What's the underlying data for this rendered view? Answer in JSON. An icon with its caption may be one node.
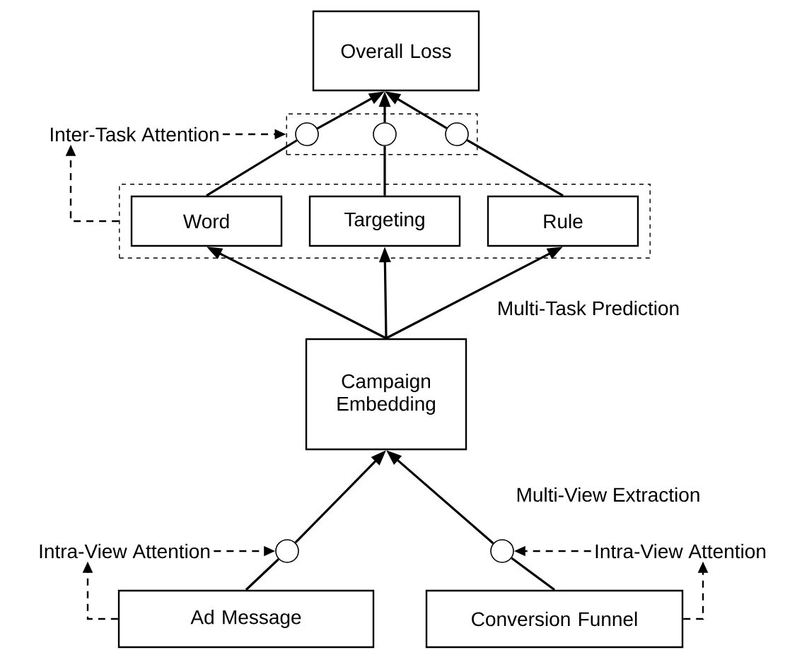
{
  "diagram": {
    "nodes": [
      {
        "text": [
          "Overall Loss"
        ]
      },
      {
        "text": [],
        "shape": "box"
      },
      {
        "text": [],
        "shape": "circle",
        "in": 1
      },
      {
        "text": [],
        "shape": "circle",
        "in": 1
      },
      {
        "text": [],
        "shape": "circle",
        "in": 1
      },
      {
        "text": [],
        "shape": "box"
      },
      {
        "text": [
          "Word"
        ],
        "in": 5
      },
      {
        "text": [
          "Targeting"
        ],
        "in": 5
      },
      {
        "text": [
          "Rule"
        ],
        "in": 5
      },
      {
        "text": [
          "Campaign Embedding"
        ]
      },
      {
        "text": [
          "Ad Message"
        ]
      },
      {
        "text": [
          "Conversion Funnel"
        ]
      },
      {
        "text": [],
        "shape": "circle"
      },
      {
        "text": [],
        "shape": "circle"
      },
      {
        "text": [
          "Inter-Task Attention"
        ]
      },
      {
        "text": [
          "Intra-View Attention"
        ]
      },
      {
        "text": [
          "Intra-View Attention"
        ]
      }
    ],
    "edges": [
      {
        "from": 6,
        "to": 2,
        "arrow": "none"
      },
      {
        "from": 2,
        "to": 0,
        "arrow": "to"
      },
      {
        "from": 7,
        "to": 3,
        "arrow": "none"
      },
      {
        "from": 3,
        "to": 0,
        "arrow": "to"
      },
      {
        "from": 8,
        "to": 4,
        "arrow": "none"
      },
      {
        "from": 4,
        "to": 0,
        "arrow": "to"
      },
      {
        "from": 9,
        "to": 6,
        "arrow": "to"
      },
      {
        "from": 9,
        "to": 7,
        "arrow": "to"
      },
      {
        "from": 9,
        "to": 8,
        "arrow": "to"
      },
      {
        "from": 10,
        "to": 12,
        "arrow": "none"
      },
      {
        "from": 12,
        "to": 9,
        "arrow": "to"
      },
      {
        "from": 11,
        "to": 13,
        "arrow": "none"
      },
      {
        "from": 13,
        "to": 9,
        "arrow": "to"
      },
      {
        "from": 14,
        "to": 1,
        "arrow": "to",
        "style": "dashed"
      },
      {
        "from": 5,
        "to": 14,
        "arrow": "to",
        "style": "dashed"
      },
      {
        "from": 15,
        "to": 12,
        "arrow": "to",
        "style": "dashed"
      },
      {
        "from": 10,
        "to": 15,
        "arrow": "to",
        "style": "dashed"
      },
      {
        "from": 16,
        "to": 13,
        "arrow": "to",
        "style": "dashed"
      },
      {
        "from": 11,
        "to": 16,
        "arrow": "to",
        "style": "dashed"
      }
    ],
    "labels": [
      "Multi-Task Prediction",
      "Multi-View Extraction"
    ]
  }
}
